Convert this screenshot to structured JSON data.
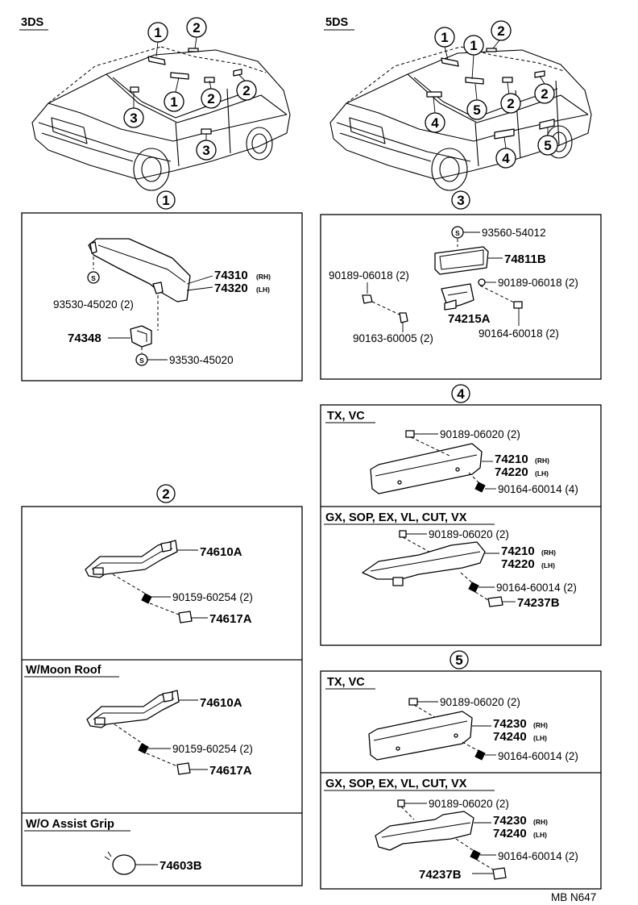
{
  "header": {
    "left_label": "3DS",
    "right_label": "5DS"
  },
  "footer": {
    "code": "MB N647"
  },
  "callouts": {
    "c1": "1",
    "c2": "2",
    "c3": "3",
    "c4": "4",
    "c5": "5"
  },
  "panel1": {
    "visor_rh": "74310",
    "rh": "(RH)",
    "visor_lh": "74320",
    "lh": "(LH)",
    "screw_a": "93530-45020 (2)",
    "holder": "74348",
    "screw_b": "93530-45020",
    "s_mark": "S"
  },
  "panel3": {
    "screw_top": "93560-54012",
    "s_mark": "S",
    "handle": "74811B",
    "clip_left": "90189-06018 (2)",
    "clip_right": "90189-06018 (2)",
    "bracket": "74215A",
    "nut": "90163-60005 (2)",
    "screw": "90164-60018 (2)"
  },
  "panel4": {
    "tx_header": "TX, VC",
    "tx_clip": "90189-06020 (2)",
    "tx_rh": "74210",
    "tx_lh": "74220",
    "tx_screw": "90164-60014 (4)",
    "gx_header": "GX, SOP, EX, VL, CUT, VX",
    "gx_clip": "90189-06020 (2)",
    "gx_rh": "74210",
    "gx_lh": "74220",
    "gx_screw": "90164-60014 (2)",
    "gx_cap": "74237B",
    "rh": "(RH)",
    "lh": "(LH)"
  },
  "panel2": {
    "grip": "74610A",
    "screw": "90159-60254 (2)",
    "cover": "74617A",
    "moon_header": "W/Moon Roof",
    "moon_grip": "74610A",
    "moon_screw": "90159-60254 (2)",
    "moon_cover": "74617A",
    "wo_header": "W/O Assist Grip",
    "plug": "74603B"
  },
  "panel5": {
    "tx_header": "TX, VC",
    "tx_clip": "90189-06020 (2)",
    "tx_rh": "74230",
    "tx_lh": "74240",
    "tx_screw": "90164-60014 (2)",
    "gx_header": "GX, SOP, EX, VL, CUT, VX",
    "gx_clip": "90189-06020 (2)",
    "gx_rh": "74230",
    "gx_lh": "74240",
    "gx_screw": "90164-60014 (2)",
    "gx_cap": "74237B",
    "rh": "(RH)",
    "lh": "(LH)"
  }
}
